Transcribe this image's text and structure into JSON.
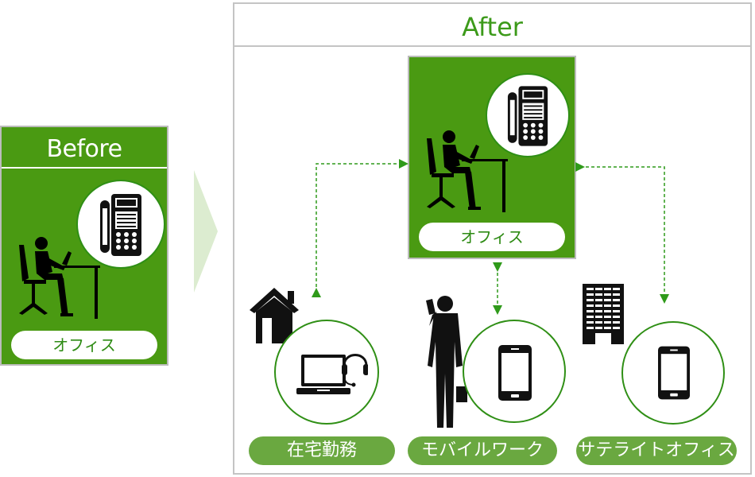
{
  "before": {
    "title": "Before",
    "office_label": "オフィス"
  },
  "after": {
    "title": "After",
    "office_label": "オフィス",
    "locations": [
      {
        "label": "在宅勤務"
      },
      {
        "label": "モバイルワーク"
      },
      {
        "label": "サテライトオフィス"
      }
    ]
  },
  "colors": {
    "green": "#4a9a12",
    "pill_green": "#6aa840",
    "title_green": "#3c9a1a",
    "arrow_green": "#2f9a1a"
  }
}
